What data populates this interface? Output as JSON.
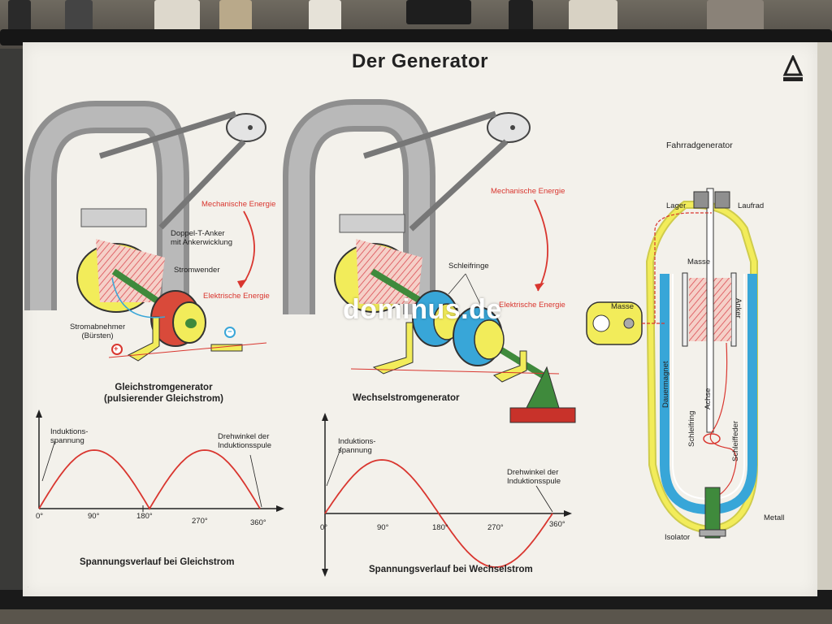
{
  "poster": {
    "title": "Der Generator",
    "logo_name": "publisher-logo"
  },
  "dc_generator": {
    "labels": {
      "mech_energy": "Mechanische Energie",
      "armature": "Doppel-T-Anker\nmit Ankerwicklung",
      "commutator": "Stromwender",
      "elec_energy": "Elektrische Energie",
      "brushes": "Stromabnehmer\n(Bürsten)",
      "plus": "+",
      "minus": "−"
    },
    "caption": "Gleichstromgenerator\n(pulsierender Gleichstrom)"
  },
  "ac_generator": {
    "labels": {
      "mech_energy": "Mechanische Energie",
      "slip_rings": "Schleifringe",
      "elec_energy": "Elektrische Energie"
    },
    "caption": "Wechselstromgenerator"
  },
  "bike_generator": {
    "title": "Fahrradgenerator",
    "labels": {
      "bearing": "Lager",
      "wheel": "Laufrad",
      "mass_top": "Masse",
      "mass_side": "Masse",
      "armature": "Anker",
      "permanent_magnet": "Dauermagnet",
      "axle": "Achse",
      "slip_ring": "Schleifring",
      "slip_spring": "Schleiffeder",
      "metal": "Metall",
      "insulator": "Isolator"
    }
  },
  "dc_graph": {
    "ylabel": "Induktions-\nspannung",
    "xlabel": "Drehwinkel der\nInduktionsspule",
    "ticks": [
      "0°",
      "90°",
      "180°",
      "270°",
      "360°"
    ],
    "caption": "Spannungsverlauf bei Gleichstrom"
  },
  "ac_graph": {
    "ylabel": "Induktions-\nspannung",
    "xlabel": "Drehwinkel der\nInduktionsspule",
    "ticks": [
      "0°",
      "90°",
      "180°",
      "270°",
      "360°"
    ],
    "caption": "Spannungsverlauf bei Wechselstrom"
  },
  "watermark": "dominus.de",
  "colors": {
    "red": "#d9362f",
    "yellow": "#f2ec5a",
    "green": "#3f8a3c",
    "blue": "#38a6d8",
    "commutator_red": "#d94a3a",
    "base_red": "#c8322a",
    "magnet_gray": "#8f8f8f"
  }
}
